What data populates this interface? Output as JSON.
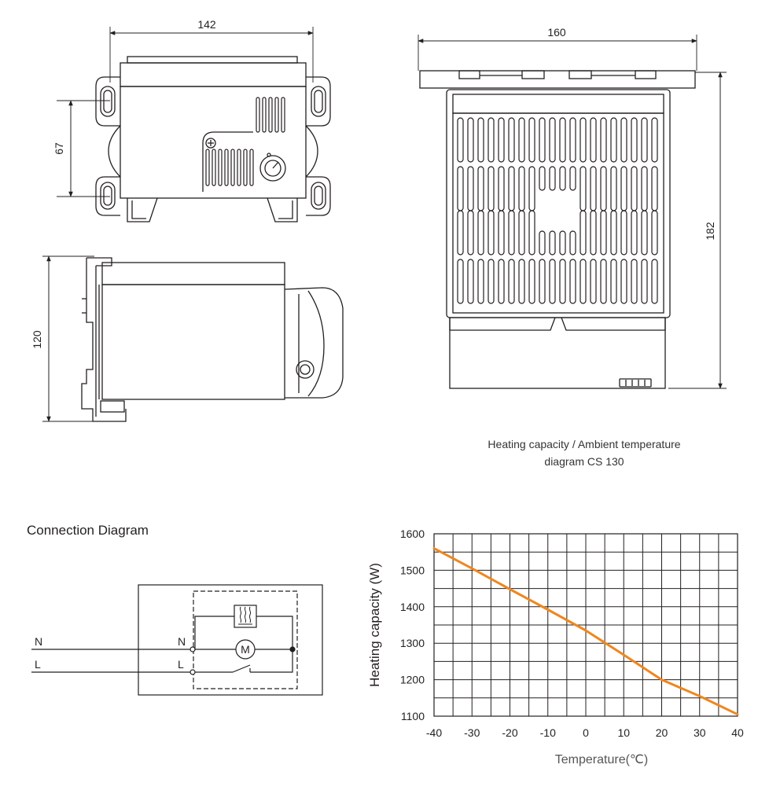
{
  "dimensions": {
    "top_width": "142",
    "hole_spacing": "67",
    "depth": "120",
    "front_width": "160",
    "height": "182"
  },
  "caption": {
    "line1": "Heating capacity / Ambient temperature",
    "line2": "diagram CS 130"
  },
  "connection": {
    "title": "Connection Diagram",
    "n_label": "N",
    "l_label": "L",
    "n_inner": "N",
    "l_inner": "L",
    "motor": "M"
  },
  "colors": {
    "line": "#231f20",
    "curve": "#f0861d"
  },
  "chart_data": {
    "type": "line",
    "xlabel": "Temperature(℃)",
    "ylabel": "Heating capacity (W)",
    "xlim": [
      -40,
      40
    ],
    "ylim": [
      1100,
      1600
    ],
    "x_ticks": [
      -40,
      -30,
      -20,
      -10,
      0,
      10,
      20,
      30,
      40
    ],
    "y_ticks": [
      1100,
      1200,
      1300,
      1400,
      1500,
      1600
    ],
    "grid": true,
    "series": [
      {
        "x": [
          -40,
          -30,
          -20,
          -10,
          0,
          10,
          20,
          30,
          40
        ],
        "y": [
          1560,
          1505,
          1448,
          1392,
          1335,
          1268,
          1200,
          1155,
          1105
        ]
      }
    ]
  }
}
